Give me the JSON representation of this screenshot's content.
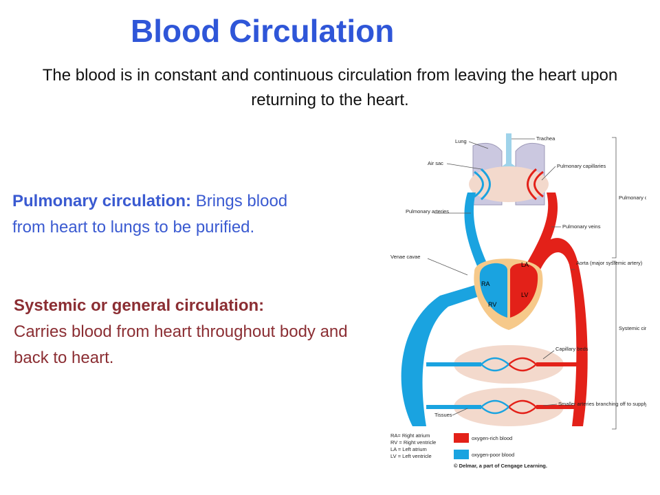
{
  "title": "Blood Circulation",
  "subtitle": "The blood is in constant and continuous circulation from leaving the heart upon returning to the heart.",
  "pulmonary": {
    "heading": "Pulmonary circulation:",
    "text": " Brings blood from heart to lungs to be purified."
  },
  "systemic": {
    "heading": "Systemic or general circulation:",
    "text": "Carries blood from heart throughout body and back to heart."
  },
  "diagram": {
    "labels": {
      "lung": "Lung",
      "trachea": "Trachea",
      "air_sac": "Air sac",
      "pulm_capillaries": "Pulmonary capillaries",
      "pulm_arteries": "Pulmonary arteries",
      "pulm_veins": "Pulmonary veins",
      "venae_cavae": "Venae cavae",
      "aorta": "Aorta (major systemic artery)",
      "pulm_circulation": "Pulmonary circulation",
      "sys_circulation": "Systemic circulation",
      "capillary_beds": "Capillary beds",
      "tissues": "Tissues",
      "smaller_arteries": "Smaller arteries branching off to supply various tissues",
      "ra": "RA",
      "rv": "RV",
      "la": "LA",
      "lv": "LV"
    },
    "legend": {
      "abbr": [
        "RA= Right atrium",
        "RV = Right ventricle",
        "LA = Left atrium",
        "LV = Left ventricle"
      ],
      "rich": "oxygen-rich blood",
      "poor": "oxygen-poor blood",
      "credit": "© Delmar, a part of Cengage Learning."
    },
    "colors": {
      "rich": "#e32119",
      "poor": "#1aa3e0",
      "tissue": "#f3d9cc",
      "lung": "#cbc8e0",
      "heart": "#f6c98a"
    }
  }
}
